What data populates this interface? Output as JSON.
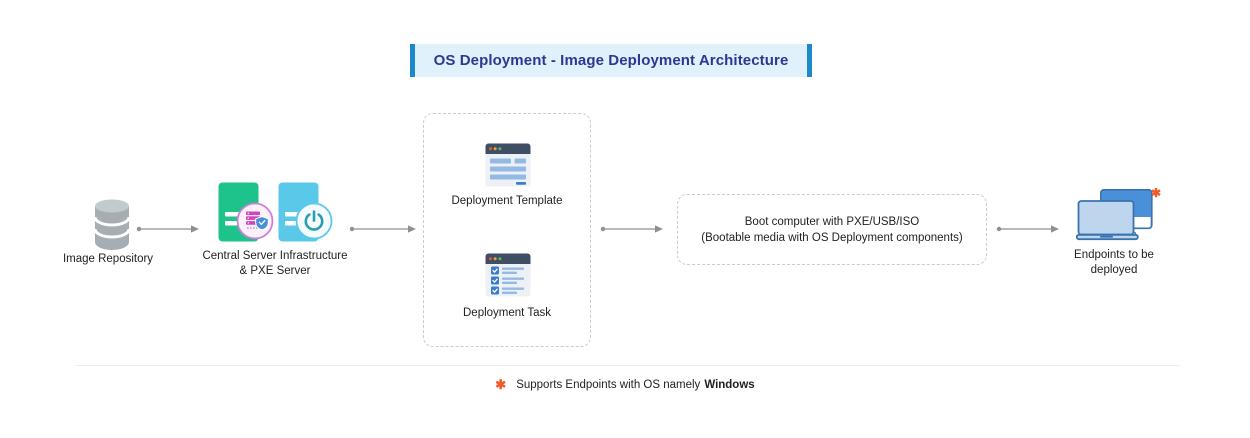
{
  "title": {
    "text": "OS Deployment - Image Deployment Architecture"
  },
  "nodes": {
    "image_repository": {
      "label": "Image Repository",
      "icon": "database-icon"
    },
    "central_server": {
      "label_line1": "Central Server Infrastructure",
      "label_line2": "& PXE Server",
      "icon": "server-towers-icon",
      "badges": [
        "server-shield-badge-icon",
        "power-badge-icon"
      ]
    },
    "deployment_panel": {
      "template": {
        "label": "Deployment Template",
        "icon": "browser-window-icon"
      },
      "task": {
        "label": "Deployment Task",
        "icon": "task-checklist-icon"
      }
    },
    "boot_media": {
      "line1": "Boot computer with PXE/USB/ISO",
      "line2": "(Bootable media with OS Deployment components)"
    },
    "endpoints": {
      "label_line1": "Endpoints to be",
      "label_line2": "deployed",
      "asterisk": "✱",
      "icon": "endpoints-devices-icon"
    }
  },
  "footnote": {
    "asterisk": "✱",
    "text": "Supports Endpoints with OS namely",
    "highlight": "Windows"
  },
  "colors": {
    "banner_bg": "#e1f1fc",
    "banner_bar": "#1d88ca",
    "title_text": "#2b3990",
    "text": "#1f1f1f",
    "arrow": "#8f8f8f",
    "dashed_border": "#cccccc",
    "server_green": "#1ec28b",
    "server_cyan": "#5ac8e9",
    "badge_pink_border": "#cf7ed6",
    "badge_pink_bg": "#fdf1fc",
    "badge_magenta": "#cc49bb",
    "power_teal": "#2a9daf",
    "window_bar": "#3e4f63",
    "window_body": "#edf1f5",
    "content_bar": "#93b9e4",
    "accent_blue": "#3d7cc9",
    "monitor_blue": "#4a90d9",
    "laptop_blue": "#bdd6ee",
    "device_outline": "#3a72ad",
    "shield_blue": "#4a90d9",
    "asterisk_orange": "#f05a28",
    "repo_gray": "#a7aeb3",
    "repo_gray_light": "#c3cacd",
    "divider": "#ededed"
  }
}
